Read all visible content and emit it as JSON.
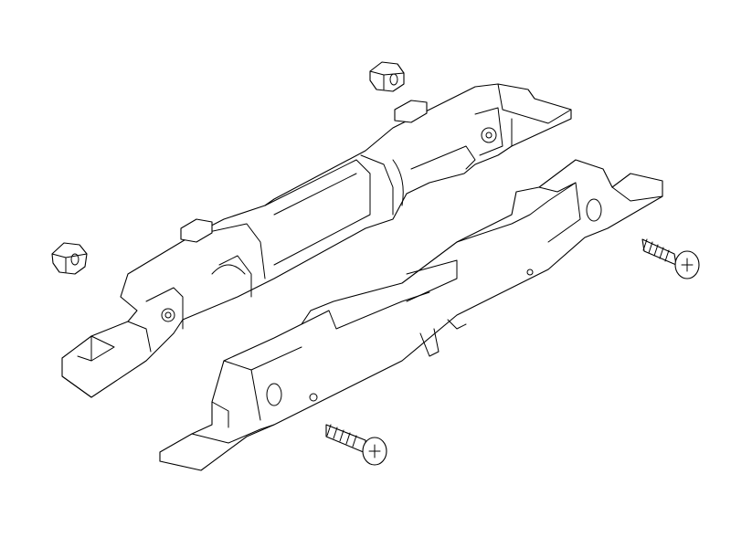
{
  "diagram": {
    "type": "exploded parts line drawing",
    "parts": [
      {
        "name": "upper-rail",
        "count": 1
      },
      {
        "name": "lower-rail",
        "count": 1
      },
      {
        "name": "hex-nut",
        "count": 2
      },
      {
        "name": "phillips-screw",
        "count": 2
      }
    ],
    "colors": {
      "line": "#000000",
      "background": "#ffffff"
    }
  }
}
